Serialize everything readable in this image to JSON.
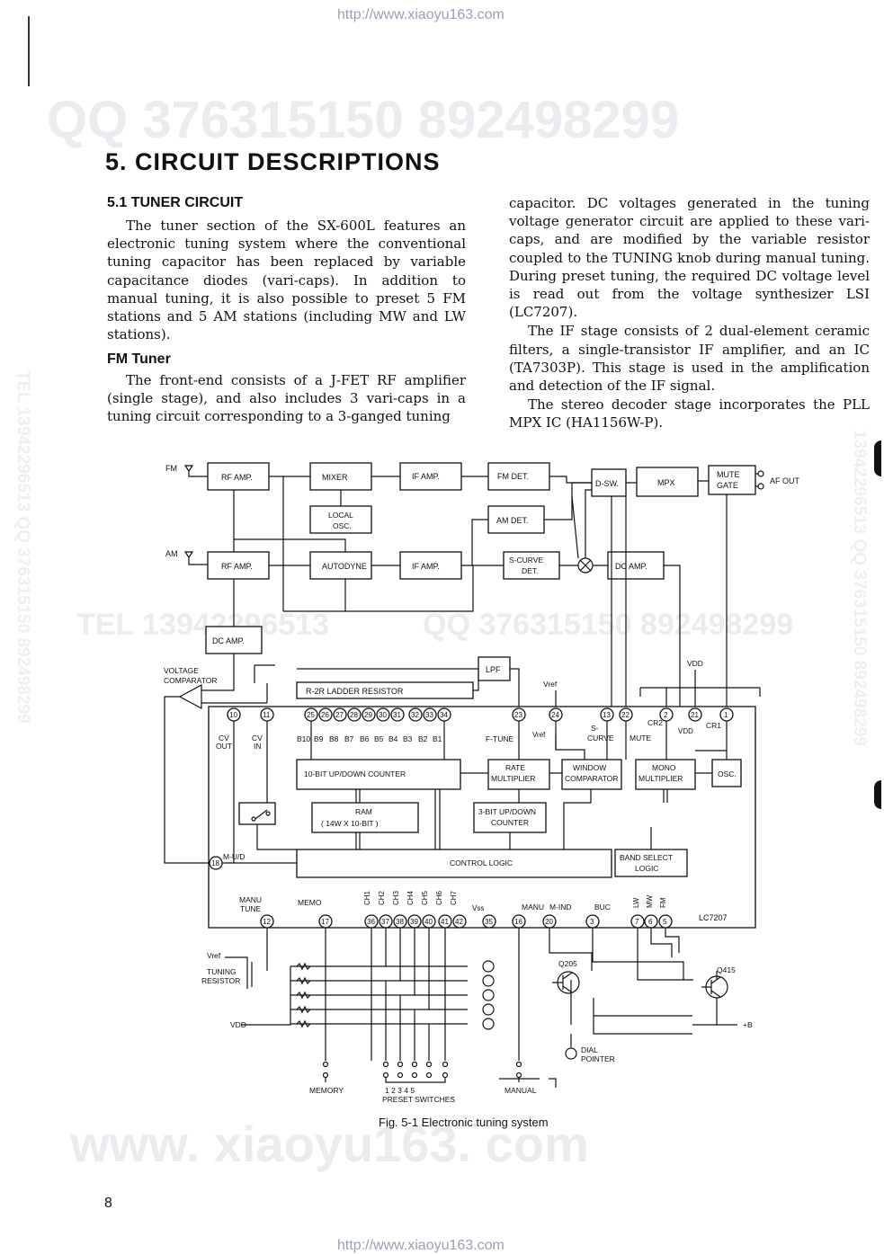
{
  "header_url": "http://www.xiaoyu163.com",
  "footer_url": "http://www.xiaoyu163.com",
  "watermarks": {
    "top": "QQ 376315150   892498299",
    "middle_left": "TEL 13942296513",
    "middle_right": "QQ 376315150   892498299",
    "bottom": "www. xiaoyu163. com",
    "side_left": "TEL 13942296513  QQ 376315150  892498299",
    "side_right": "13942296513  QQ 376315150  892498299"
  },
  "page_title": "5. CIRCUIT DESCRIPTIONS",
  "section_heading": "5.1  TUNER CIRCUIT",
  "left_column": {
    "para1": "The tuner section of the SX-600L features an electronic tuning system where the conventional tuning capacitor has been replaced by variable capacitance diodes (vari-caps). In addition to manual tuning, it is also possible to preset 5 FM stations and 5 AM stations (including MW and LW stations).",
    "subheading": "FM Tuner",
    "para2": "The front-end consists of a J-FET RF amplifier (single stage), and also includes 3 vari-caps in a tuning circuit corresponding to a 3-ganged tuning"
  },
  "right_column": {
    "para1": "capacitor. DC voltages generated in the tuning voltage generator circuit are applied to these vari-caps, and are modified by the variable resistor coupled to the TUNING knob during manual tuning. During preset tuning, the required DC voltage level is read out from the voltage synthesizer LSI (LC7207).",
    "para2": "The IF stage consists of 2 dual-element ceramic filters, a single-transistor IF amplifier, and an IC (TA7303P). This stage is used in the amplification and detection of the IF signal.",
    "para3": "The stereo decoder stage incorporates the PLL MPX IC (HA1156W-P)."
  },
  "diagram": {
    "fm": "FM",
    "am": "AM",
    "rf_amp": "RF AMP.",
    "mixer": "MIXER",
    "if_amp": "IF AMP.",
    "fm_det": "FM DET.",
    "dsw": "D-SW.",
    "mpx": "MPX",
    "mute_gate_1": "MUTE",
    "mute_gate_2": "GATE",
    "af_out": "AF OUT",
    "local_osc_1": "LOCAL",
    "local_osc_2": "OSC.",
    "am_det": "AM DET.",
    "autodyne": "AUTODYNE",
    "scurve_det_1": "S-CURVE",
    "scurve_det_2": "DET.",
    "dc_amp": "DC AMP.",
    "voltage_comparator_1": "VOLTAGE",
    "voltage_comparator_2": "COMPARATOR",
    "lpf": "LPF",
    "ladder": "R-2R  LADDER  RESISTOR",
    "vref": "Vref",
    "vdd": "VDD",
    "cv_out_1": "CV",
    "cv_out_2": "OUT",
    "cv_in_1": "CV",
    "cv_in_2": "IN",
    "bits": [
      "B10",
      "B9",
      "B8",
      "B7",
      "B6",
      "B5",
      "B4",
      "B3",
      "B2",
      "B1"
    ],
    "f_tune": "F-TUNE",
    "s_curve_1": "S-",
    "s_curve_2": "CURVE",
    "mute": "MUTE",
    "cr2": "CR2",
    "cr1": "CR1",
    "counter10": "10-BIT UP/DOWN COUNTER",
    "rate_mult_1": "RATE",
    "rate_mult_2": "MULTIPLIER",
    "window_comp_1": "WINDOW",
    "window_comp_2": "COMPARATOR",
    "mono_mult_1": "MONO",
    "mono_mult_2": "MULTIPLIER",
    "osc": "OSC.",
    "ram_1": "RAM",
    "ram_2": "( 14W  X  10-BIT )",
    "counter3_1": "3-BIT UP/DOWN",
    "counter3_2": "COUNTER",
    "mud": "M-U/D",
    "control_logic": "CONTROL  LOGIC",
    "band_select_1": "BAND  SELECT",
    "band_select_2": "LOGIC",
    "manu_tune_1": "MANU",
    "manu_tune_2": "TUNE",
    "memo": "MEMO",
    "ch_labels": [
      "CH1",
      "CH2",
      "CH3",
      "CH4",
      "CH5",
      "CH6",
      "CH7"
    ],
    "vss": "Vss",
    "manu": "MANU",
    "m_ind": "M-IND",
    "buc": "BUC",
    "band_labels": [
      "LW",
      "MW",
      "FM"
    ],
    "ic_name": "LC7207",
    "tuning_resistor_1": "TUNING",
    "tuning_resistor_2": "RESISTOR",
    "q205": "Q205",
    "q415": "Q415",
    "plus_b": "+B",
    "dial_pointer_1": "DIAL",
    "dial_pointer_2": "POINTER",
    "memory": "MEMORY",
    "manual": "MANUAL",
    "preset_nums": "1  2  3  4  5",
    "preset_switches": "PRESET  SWITCHES",
    "pins": {
      "p10": "10",
      "p11": "11",
      "p25": "25",
      "p26": "26",
      "p27": "27",
      "p28": "28",
      "p29": "29",
      "p30": "30",
      "p31": "31",
      "p32": "32",
      "p33": "33",
      "p34": "34",
      "p23": "23",
      "p24": "24",
      "p13": "13",
      "p22": "22",
      "p2": "2",
      "p21": "21",
      "p1": "1",
      "p18": "18",
      "p12": "12",
      "p17": "17",
      "p36": "36",
      "p37": "37",
      "p38": "38",
      "p39": "39",
      "p40": "40",
      "p41": "41",
      "p42": "42",
      "p35": "35",
      "p16": "16",
      "p20": "20",
      "p3": "3",
      "p7": "7",
      "p6": "6",
      "p5": "5"
    }
  },
  "figure_caption": "Fig. 5-1   Electronic tuning system",
  "page_number": "8"
}
